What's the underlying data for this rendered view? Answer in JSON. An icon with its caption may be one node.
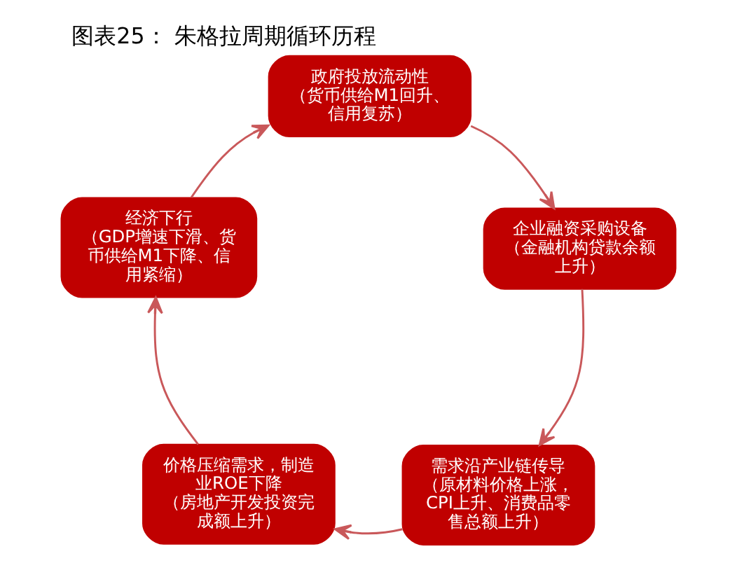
{
  "diagram": {
    "title": "图表25： 朱格拉周期循环历程",
    "nodes": [
      {
        "text": [
          "政府投放流动性",
          "（货币供给M1回升、信用复苏）"
        ]
      },
      {
        "text": [
          "企业融资采购设备",
          "（金融机构贷款余额上升）"
        ]
      },
      {
        "text": [
          "需求沿产业链传导",
          "（原材料价格上涨，CPI上升、消费品零售总额上升）"
        ]
      },
      {
        "text": [
          "价格压缩需求，制造业ROE下降",
          "（房地产开发投资完成额上升）"
        ]
      },
      {
        "text": [
          "经济下行",
          "（GDP增速下滑、货币供给M1下降、信用紧缩）"
        ]
      }
    ],
    "edges": [
      {
        "from": 0,
        "to": 1,
        "arrow": "to"
      },
      {
        "from": 1,
        "to": 2,
        "arrow": "to"
      },
      {
        "from": 2,
        "to": 3,
        "arrow": "to"
      },
      {
        "from": 3,
        "to": 4,
        "arrow": "to"
      },
      {
        "from": 4,
        "to": 0,
        "arrow": "to"
      }
    ]
  }
}
